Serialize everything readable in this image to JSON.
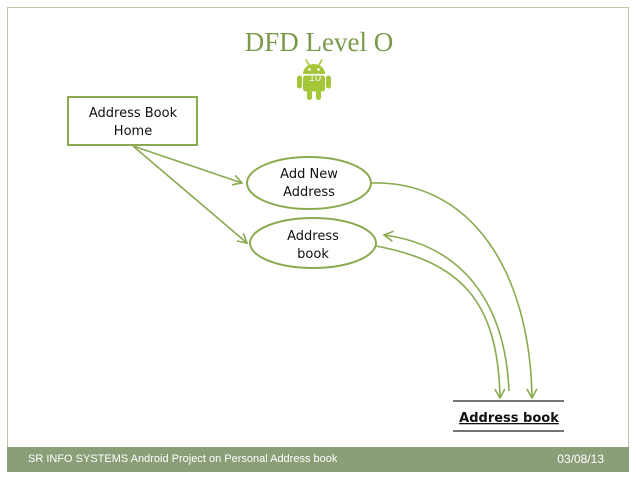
{
  "slide": {
    "title": "DFD Level O",
    "page_number": "10",
    "footer_left": "SR INFO SYSTEMS Android Project on Personal Address book",
    "footer_right": "03/08/13"
  },
  "diagram": {
    "entity": {
      "line1": "Address Book",
      "line2": "Home"
    },
    "process_add": {
      "line1": "Add New",
      "line2": "Address"
    },
    "process_view": {
      "line1": "Address",
      "line2": "book"
    },
    "store": {
      "label": "Address book"
    }
  },
  "colors": {
    "accent": "#8aaa50",
    "footer": "#8a9f78",
    "android": "#a4c639",
    "title": "#7a9a4a"
  },
  "icons": {
    "mascot": "android-robot-icon"
  }
}
